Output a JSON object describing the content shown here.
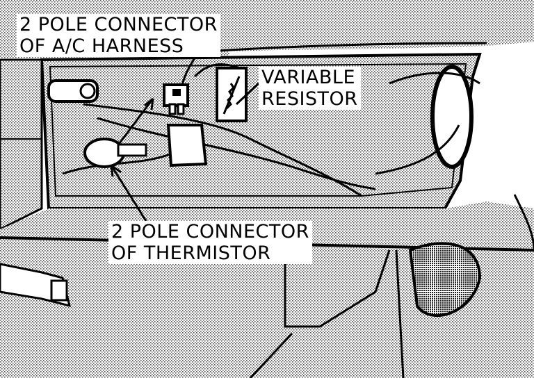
{
  "labels": {
    "ac_harness_connector": [
      "2 POLE CONNECTOR",
      "OF A/C HARNESS"
    ],
    "variable_resistor": [
      "VARIABLE",
      "RESISTOR"
    ],
    "thermistor_connector": [
      "2 POLE CONNECTOR",
      "OF THERMISTOR"
    ]
  },
  "colors": {
    "ink": "#000000",
    "paper": "#ffffff",
    "screen": "#bdbdbd"
  }
}
